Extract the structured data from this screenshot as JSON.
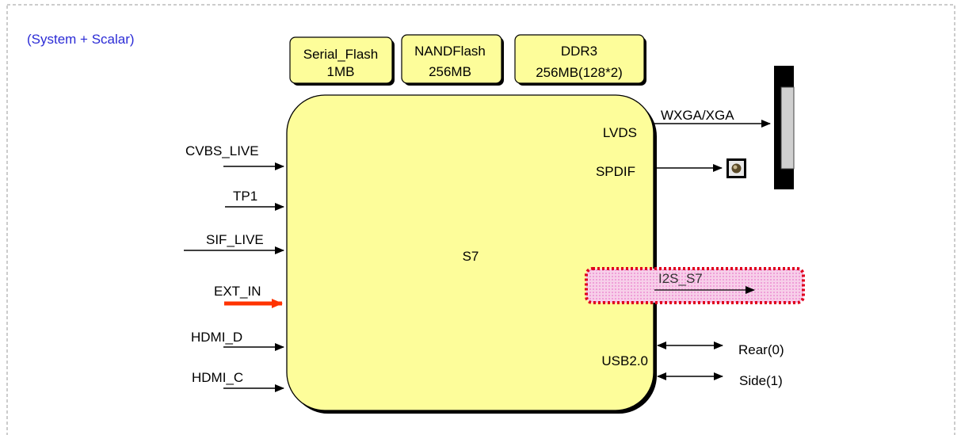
{
  "section_title": "(System + Scalar)",
  "colors": {
    "title": "#2b2bd6",
    "chip_fill": "#fdfd9a",
    "stroke": "#000000",
    "accent_arrow": "#ff3300",
    "highlight_fill": "#f6c8ee",
    "highlight_border": "#e0001e",
    "frame": "#9a9a9a"
  },
  "memory": {
    "serial_flash": {
      "name": "Serial_Flash",
      "size": "1MB"
    },
    "nand_flash": {
      "name": "NANDFlash",
      "size": "256MB"
    },
    "ddr3": {
      "name": "DDR3",
      "size": "256MB(128*2)"
    }
  },
  "chip": {
    "label": "S7"
  },
  "inputs": {
    "cvbs_live": "CVBS_LIVE",
    "tp1": "TP1",
    "sif_live": "SIF_LIVE",
    "ext_in": "EXT_IN",
    "hdmi_d": "HDMI_D",
    "hdmi_c": "HDMI_C"
  },
  "chip_ports": {
    "lvds": "LVDS",
    "spdif": "SPDIF",
    "usb": "USB2.0"
  },
  "outputs": {
    "wxga": "WXGA/XGA",
    "i2s": "I2S_S7",
    "rear": "Rear(0)",
    "side": "Side(1)"
  },
  "icons": {
    "panel": "lcd-panel-connector-icon",
    "spdif_jack": "spdif-jack-icon"
  }
}
